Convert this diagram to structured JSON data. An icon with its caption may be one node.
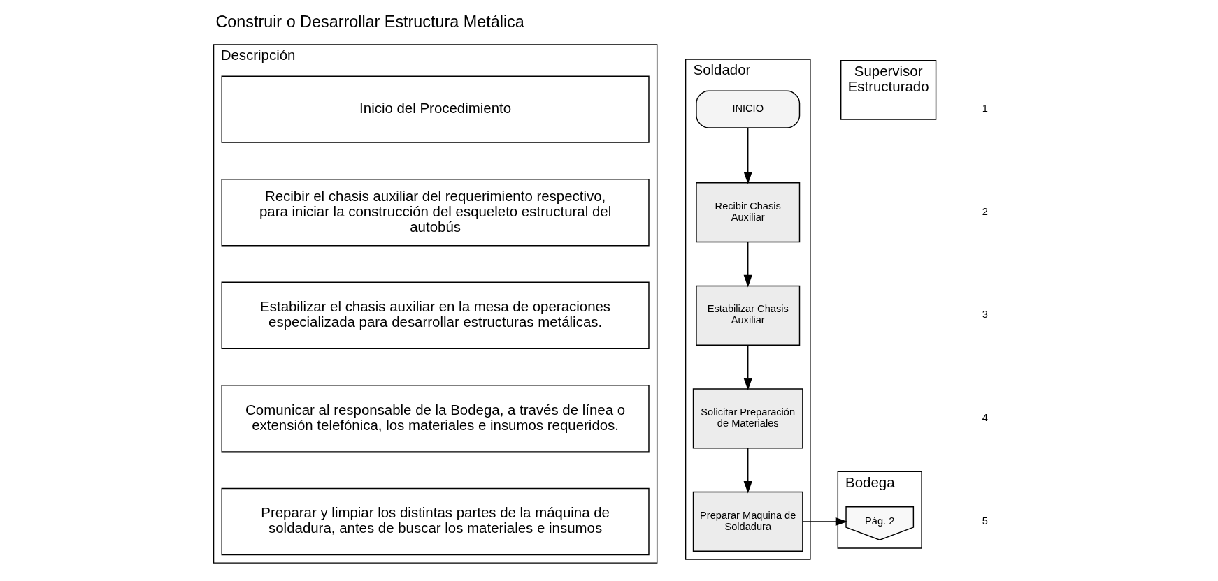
{
  "diagram": {
    "title": "Construir o Desarrollar Estructura Metálica",
    "nodes": [
      {
        "text": [
          "Descripción"
        ]
      },
      {
        "text": [
          "Soldador"
        ]
      },
      {
        "text": [
          "Bodega"
        ]
      },
      {
        "text": [
          "Supervisor Estructurado"
        ]
      },
      {
        "text": [
          "Inicio del Procedimiento"
        ],
        "in": 0
      },
      {
        "text": [
          "Recibir el chasis auxiliar del requerimiento respectivo, para iniciar la construcción del esqueleto estructural del autobús"
        ],
        "in": 0
      },
      {
        "text": [
          "Estabilizar el chasis auxiliar en la mesa de operaciones especializada para desarrollar estructuras metálicas."
        ],
        "in": 0
      },
      {
        "text": [
          "Comunicar al responsable de la Bodega, a través de línea o extensión telefónica, los materiales e insumos requeridos."
        ],
        "in": 0
      },
      {
        "text": [
          "Preparar y limpiar los distintas partes de la máquina de soldadura, antes de buscar los materiales e insumos"
        ],
        "in": 0
      },
      {
        "text": [
          "INICIO"
        ],
        "in": 1
      },
      {
        "text": [
          "Recibir Chasis Auxiliar"
        ],
        "in": 1
      },
      {
        "text": [
          "Estabilizar Chasis Auxiliar"
        ],
        "in": 1
      },
      {
        "text": [
          "Solicitar Preparación de Materiales"
        ],
        "in": 1
      },
      {
        "text": [
          "Preparar Maquina de Soldadura"
        ],
        "in": 1
      },
      {
        "text": [
          "Pág. 2"
        ],
        "in": 2
      }
    ],
    "edges": [
      {
        "from": 9,
        "to": 10,
        "arrow": "to"
      },
      {
        "from": 10,
        "to": 11,
        "arrow": "to"
      },
      {
        "from": 11,
        "to": 12,
        "arrow": "to"
      },
      {
        "from": 12,
        "to": 13,
        "arrow": "to"
      },
      {
        "from": 13,
        "to": 14,
        "arrow": "to"
      }
    ],
    "labels": [
      "1",
      "2",
      "3",
      "4",
      "5"
    ]
  }
}
